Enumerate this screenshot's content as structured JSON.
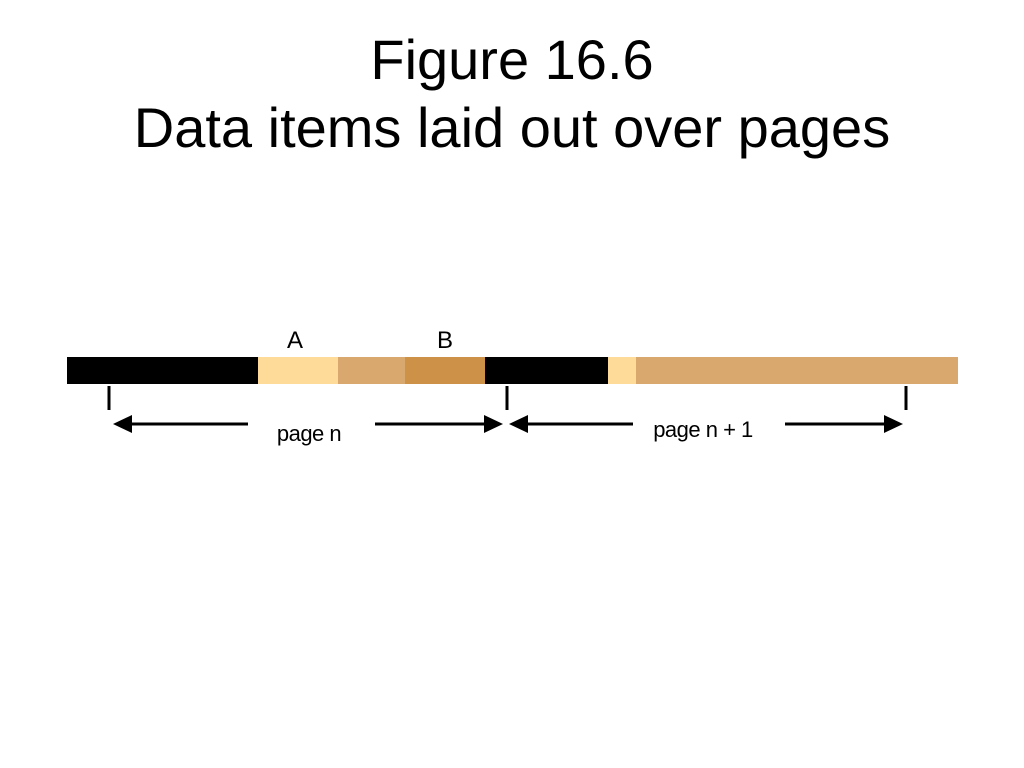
{
  "title": {
    "line1": "Figure 16.6",
    "line2": "Data items laid out over pages"
  },
  "diagram": {
    "item_labels": {
      "a": "A",
      "b": "B"
    },
    "page_labels": {
      "page_n": "page n",
      "page_n_plus_1": "page n + 1"
    },
    "colors": {
      "black": "#000000",
      "light_tan": "#FFDB99",
      "medium_tan": "#D9A86F",
      "dark_tan": "#CE9148"
    }
  }
}
